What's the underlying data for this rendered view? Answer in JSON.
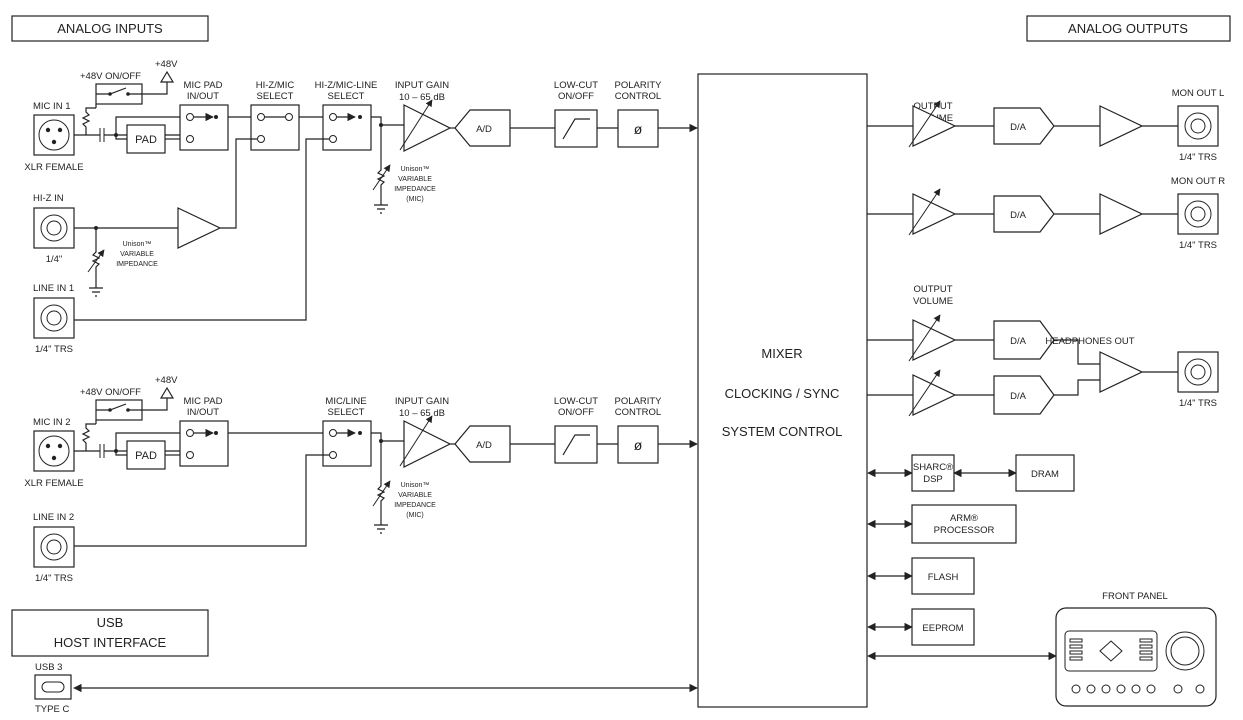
{
  "headers": {
    "analog_inputs": "ANALOG INPUTS",
    "analog_outputs": "ANALOG OUTPUTS",
    "usb_line1": "USB",
    "usb_line2": "HOST INTERFACE"
  },
  "ch1": {
    "mic_in": "MIC IN 1",
    "connector_label": "XLR FEMALE",
    "phantom_switch": "+48V ON/OFF",
    "phantom_voltage": "+48V",
    "pad_label_l1": "MIC PAD",
    "pad_label_l2": "IN/OUT",
    "pad_box": "PAD",
    "hiz_select_l1": "HI-Z/MIC",
    "hiz_select_l2": "SELECT",
    "line_select_l1": "HI-Z/MIC-LINE",
    "line_select_l2": "SELECT",
    "gain_l1": "INPUT GAIN",
    "gain_l2": "10 – 65 dB",
    "ad": "A/D",
    "lowcut_l1": "LOW-CUT",
    "lowcut_l2": "ON/OFF",
    "polarity_l1": "POLARITY",
    "polarity_l2": "CONTROL",
    "polarity_symbol": "ø",
    "unison_l1": "Unison™",
    "unison_l2": "VARIABLE",
    "unison_l3": "IMPEDANCE",
    "unison_l4": "(MIC)"
  },
  "hiz": {
    "label": "HI-Z IN",
    "connector_label": "1/4\"",
    "unison_l1": "Unison™",
    "unison_l2": "VARIABLE",
    "unison_l3": "IMPEDANCE"
  },
  "line1": {
    "label": "LINE IN 1",
    "connector_label": "1/4\" TRS"
  },
  "ch2": {
    "mic_in": "MIC IN 2",
    "connector_label": "XLR FEMALE",
    "phantom_switch": "+48V ON/OFF",
    "phantom_voltage": "+48V",
    "pad_label_l1": "MIC PAD",
    "pad_label_l2": "IN/OUT",
    "pad_box": "PAD",
    "line_select_l1": "MIC/LINE",
    "line_select_l2": "SELECT",
    "gain_l1": "INPUT GAIN",
    "gain_l2": "10 – 65 dB",
    "ad": "A/D",
    "lowcut_l1": "LOW-CUT",
    "lowcut_l2": "ON/OFF",
    "polarity_l1": "POLARITY",
    "polarity_l2": "CONTROL",
    "polarity_symbol": "ø",
    "unison_l1": "Unison™",
    "unison_l2": "VARIABLE",
    "unison_l3": "IMPEDANCE",
    "unison_l4": "(MIC)"
  },
  "line2": {
    "label": "LINE IN 2",
    "connector_label": "1/4\" TRS"
  },
  "usb": {
    "port_l1": "USB 3",
    "port_l2": "TYPE C"
  },
  "mixer": {
    "line1": "MIXER",
    "line2": "CLOCKING / SYNC",
    "line3": "SYSTEM CONTROL"
  },
  "outputs": {
    "output_volume_l1": "OUTPUT",
    "output_volume_l2": "VOLUME",
    "output_volume2_l1": "OUTPUT",
    "output_volume2_l2": "VOLUME",
    "da": "D/A",
    "mon_out_l": "MON OUT L",
    "mon_out_r": "MON OUT R",
    "mon_l_conn": "1/4\" TRS",
    "mon_r_conn": "1/4\" TRS",
    "headphones_out": "HEADPHONES OUT",
    "hp_conn": "1/4\" TRS"
  },
  "peripherals": {
    "sharc_l1": "SHARC®",
    "sharc_l2": "DSP",
    "dram": "DRAM",
    "arm_l1": "ARM®",
    "arm_l2": "PROCESSOR",
    "flash": "FLASH",
    "eeprom": "EEPROM",
    "front_panel": "FRONT PANEL"
  }
}
